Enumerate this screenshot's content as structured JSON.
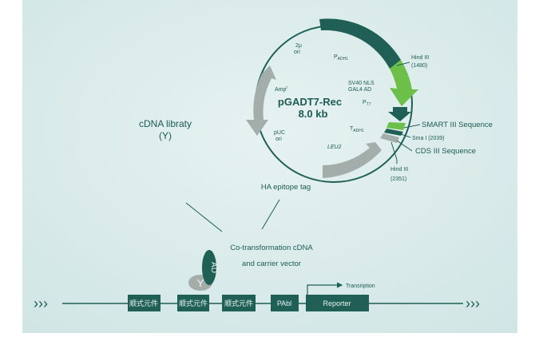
{
  "plasmid": {
    "name": "pGADT7-Rec",
    "size": "8.0 kb",
    "labels": {
      "ori2u_a": "2μ",
      "ori2u_b": "ori",
      "padh1": "P",
      "padh1_sub": "ADH1",
      "amp": "Amp",
      "amp_sup": "r",
      "puc_a": "pUC",
      "puc_b": "ori",
      "leu2": "LEU2",
      "tadh1": "T",
      "tadh1_sub": "ADH1",
      "sv40": "SV40 NLS",
      "gal4": "GAL4 AD",
      "pt7": "P",
      "pt7_sub": "T7",
      "hind1_a": "Hind III",
      "hind1_b": "(1480)",
      "smart": "SMART III Sequence",
      "sma": "Sma I (2039)",
      "cds": "CDS III Sequence",
      "hind2_a": "Hind III",
      "hind2_b": "(2351)"
    }
  },
  "cdna_library": {
    "line1": "cDNA libraty",
    "line2": "(Y)"
  },
  "ha_tag": "HA epitope tag",
  "cotransformation": {
    "line1": "Co-transformation cDNA",
    "line2": "and carrier vector"
  },
  "proteins": {
    "ad": "AD",
    "y": "Y"
  },
  "construct": {
    "boxes": [
      "顺式元件",
      "顺式元件",
      "顺式元件",
      "PAbl",
      "Reporter"
    ],
    "transcription": "Transription"
  },
  "colors": {
    "dark": "#1f5f56",
    "green": "#6cc04a",
    "gray": "#a3aeab",
    "bg": "#d9ecec"
  }
}
